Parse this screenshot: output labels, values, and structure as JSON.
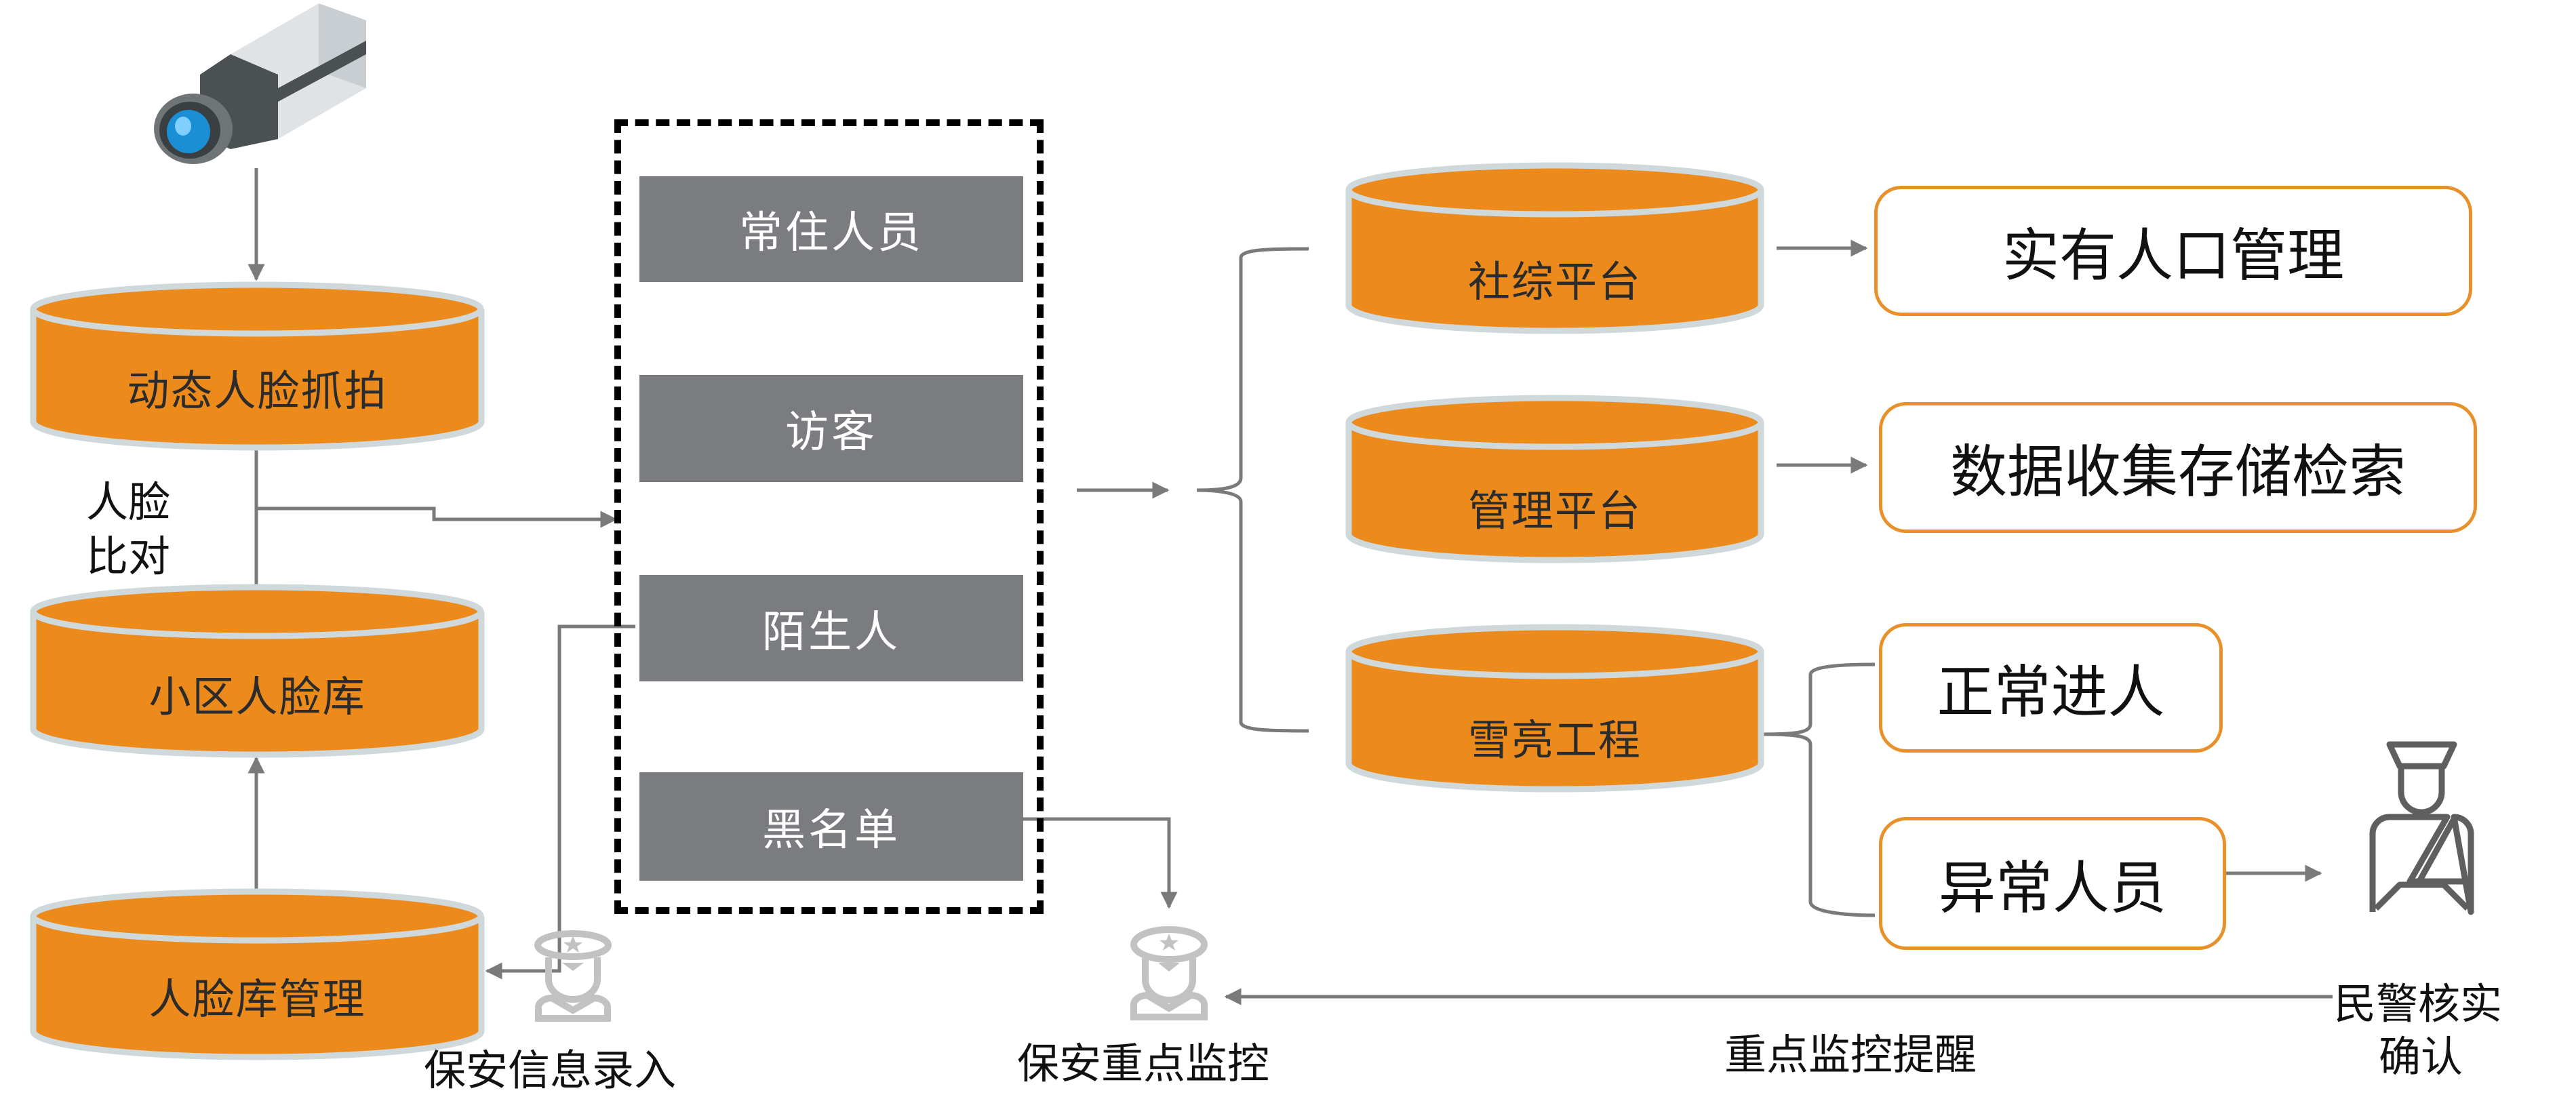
{
  "colors": {
    "cylinder_fill": "#ec8a1b",
    "cylinder_rim": "#cfd8da",
    "gray_box": "#7b7c80",
    "result_border": "#e8902a",
    "connector": "#7a7a7a",
    "guard_icon": "#c2c2c2",
    "police_icon": "#5f5f5f"
  },
  "icons": {
    "camera": "security-camera-icon",
    "guard_entry": "security-guard-icon",
    "guard_monitor": "security-guard-icon",
    "police": "police-officer-icon"
  },
  "left_column": {
    "capture": "动态人脸抓拍",
    "compare_label_line1": "人脸",
    "compare_label_line2": "比对",
    "community_db": "小区人脸库",
    "db_management": "人脸库管理",
    "guard_entry_label": "保安信息录入"
  },
  "categories": {
    "items": [
      "常住人员",
      "访客",
      "陌生人",
      "黑名单"
    ]
  },
  "platforms": {
    "items": [
      "社综平台",
      "管理平台",
      "雪亮工程"
    ]
  },
  "results": {
    "population": "实有人口管理",
    "data": "数据收集存储检索",
    "normal": "正常进人",
    "abnormal": "异常人员"
  },
  "bottom": {
    "guard_monitor_label": "保安重点监控",
    "alert_label": "重点监控提醒",
    "police_label_line1": "民警核实",
    "police_label_line2": "确认"
  }
}
